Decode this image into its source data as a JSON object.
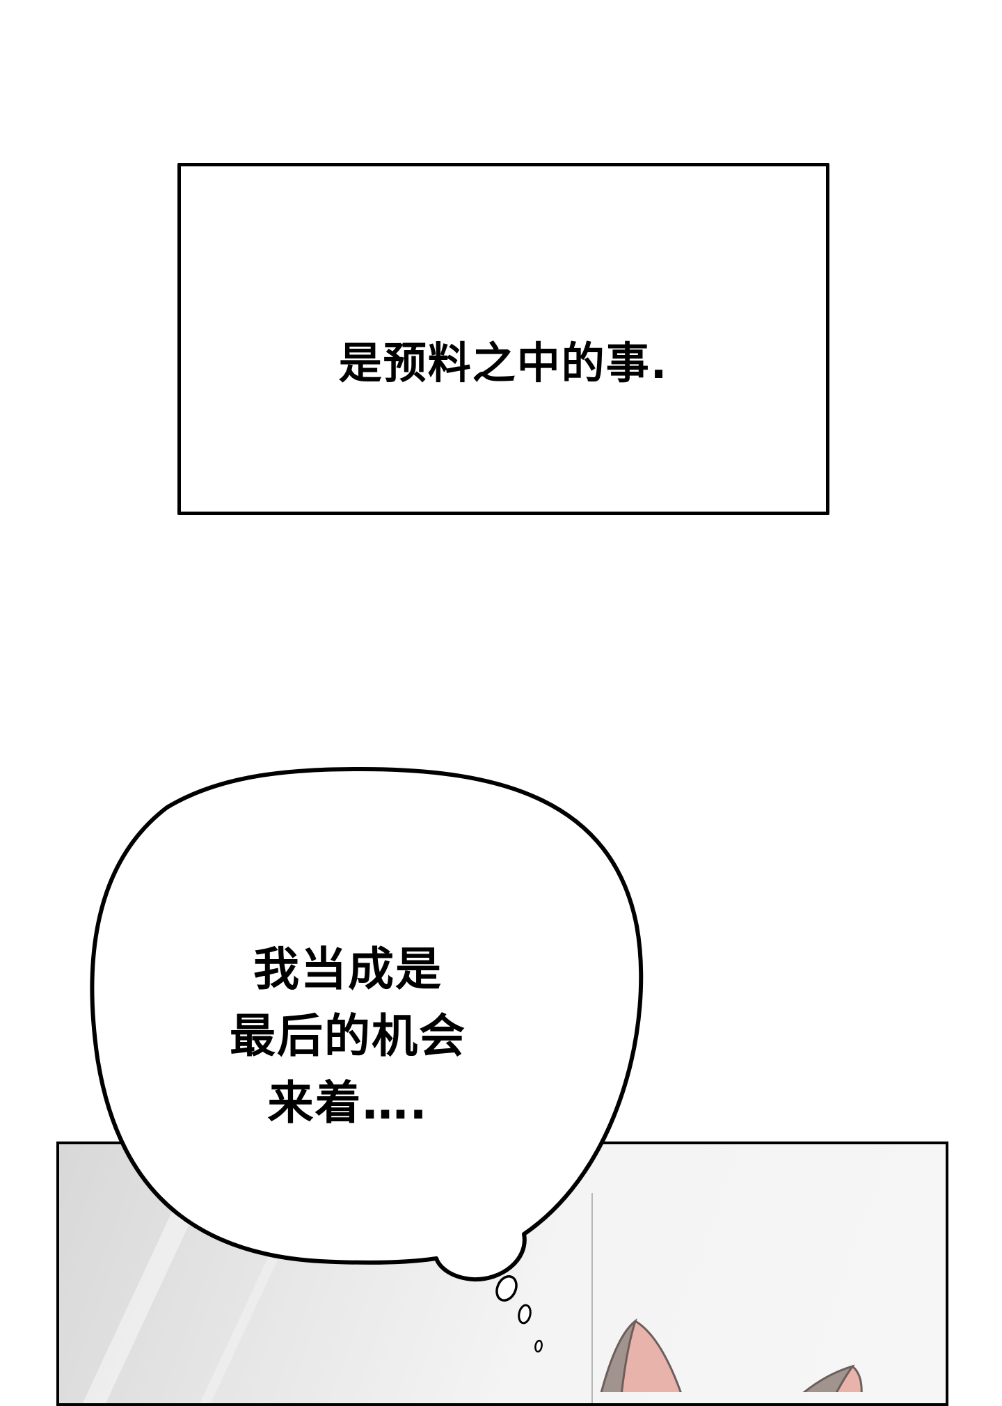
{
  "narration_box": {
    "text": "是预料之中的事."
  },
  "thought_bubble": {
    "lines": [
      "我当成是",
      "最后的机会",
      "来着…."
    ]
  },
  "scene_panel": {
    "background_colors": [
      "#d8d8d8",
      "#f6f6f6"
    ],
    "cat_ears": {
      "outer_color": "#a1948e",
      "inner_color": "#e8b3ab",
      "outline_color": "#6b5f5c"
    }
  },
  "colors": {
    "page_background": "#ffffff",
    "ink": "#000000"
  }
}
